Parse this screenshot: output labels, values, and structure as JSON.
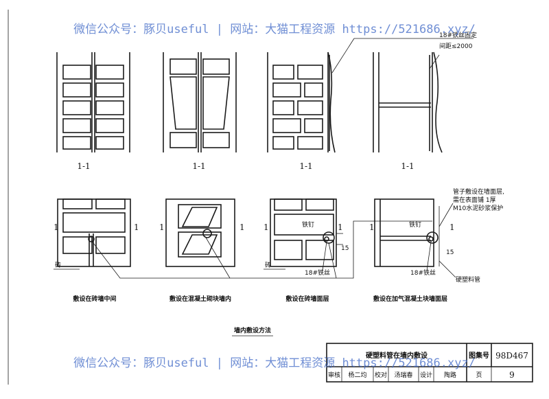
{
  "watermark": {
    "text": "微信公众号：豚贝useful | 网站：大猫工程资源 https://521686.xyz/"
  },
  "section_labels": [
    "1-1",
    "1-1",
    "1-1",
    "1-1"
  ],
  "cut_marks": [
    "1",
    "1"
  ],
  "annotations": {
    "wire_fix": "18#铁丝固定",
    "wire_spacing": "间距≤2000",
    "nail": "铁钉",
    "wire": "18#铁丝",
    "brick": "砖",
    "dim": "15",
    "hard_pipe": "硬塑料管",
    "surface_note_1": "管子敷设在墙面层,",
    "surface_note_2": "需在表面铺 1厚",
    "surface_note_3": "M10水泥砂浆保护"
  },
  "captions": [
    "敷设在砖墙中间",
    "敷设在混凝土砌块墙内",
    "敷设在砖墙面层",
    "敷设在加气混凝土块墙面层"
  ],
  "figure_title": "墙内敷设方法",
  "title_block": {
    "sheet_title": "硬塑料管在墙内敷设",
    "atlas_label": "图集号",
    "atlas_no": "98D467",
    "review_label": "审核",
    "review_sign": "杨二均",
    "check_label": "校对",
    "check_sign": "汤瑞春",
    "design_label": "设计",
    "design_sign": "陶路",
    "page_label": "页",
    "page_no": "9"
  }
}
